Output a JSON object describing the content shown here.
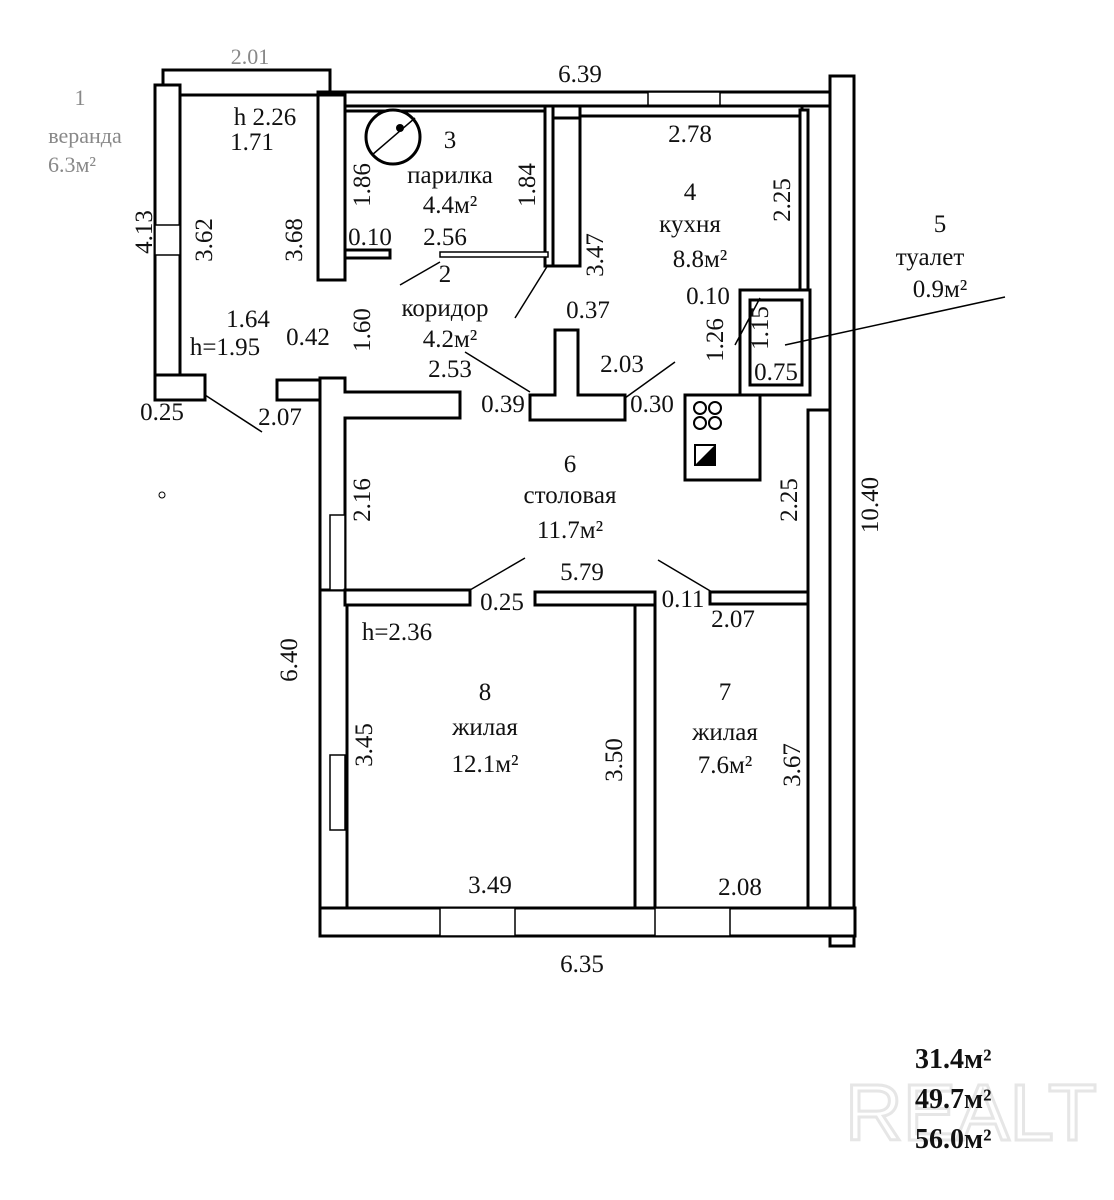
{
  "rooms": [
    {
      "num": "1",
      "name": "веранда",
      "area": "6.3м²"
    },
    {
      "num": "2",
      "name": "коридор",
      "area": "4.2м²"
    },
    {
      "num": "3",
      "name": "парилка",
      "area": "4.4м²"
    },
    {
      "num": "4",
      "name": "кухня",
      "area": "8.8м²"
    },
    {
      "num": "5",
      "name": "туалет",
      "area": "0.9м²"
    },
    {
      "num": "6",
      "name": "столовая",
      "area": "11.7м²"
    },
    {
      "num": "7",
      "name": "жилая",
      "area": "7.6м²"
    },
    {
      "num": "8",
      "name": "жилая",
      "area": "12.1м²"
    }
  ],
  "dims": {
    "d201": "2.01",
    "d639": "6.39",
    "d278": "2.78",
    "d226": "h 2.26",
    "d171": "1.71",
    "d413": "4.13",
    "d362": "3.62",
    "d368": "3.68",
    "d186": "1.86",
    "d184": "1.84",
    "d010a": "0.10",
    "d256": "2.56",
    "d347": "3.47",
    "d225a": "2.25",
    "d010b": "0.10",
    "d126": "1.26",
    "d115": "1.15",
    "d075": "0.75",
    "d164": "1.64",
    "d195": "h=1.95",
    "d042": "0.42",
    "d160": "1.60",
    "d037": "0.37",
    "d253": "2.53",
    "d203": "2.03",
    "d039": "0.39",
    "d030": "0.30",
    "d025a": "0.25",
    "d207a": "2.07",
    "d216": "2.16",
    "d225b": "2.25",
    "d1040": "10.40",
    "d579": "5.79",
    "d025b": "0.25",
    "d011": "0.11",
    "d207b": "2.07",
    "d236": "h=2.36",
    "d640": "6.40",
    "d345": "3.45",
    "d350": "3.50",
    "d367": "3.67",
    "d349": "3.49",
    "d208": "2.08",
    "d635": "6.35"
  },
  "totals": [
    "31.4м²",
    "49.7м²",
    "56.0м²"
  ],
  "watermark": "REALT"
}
